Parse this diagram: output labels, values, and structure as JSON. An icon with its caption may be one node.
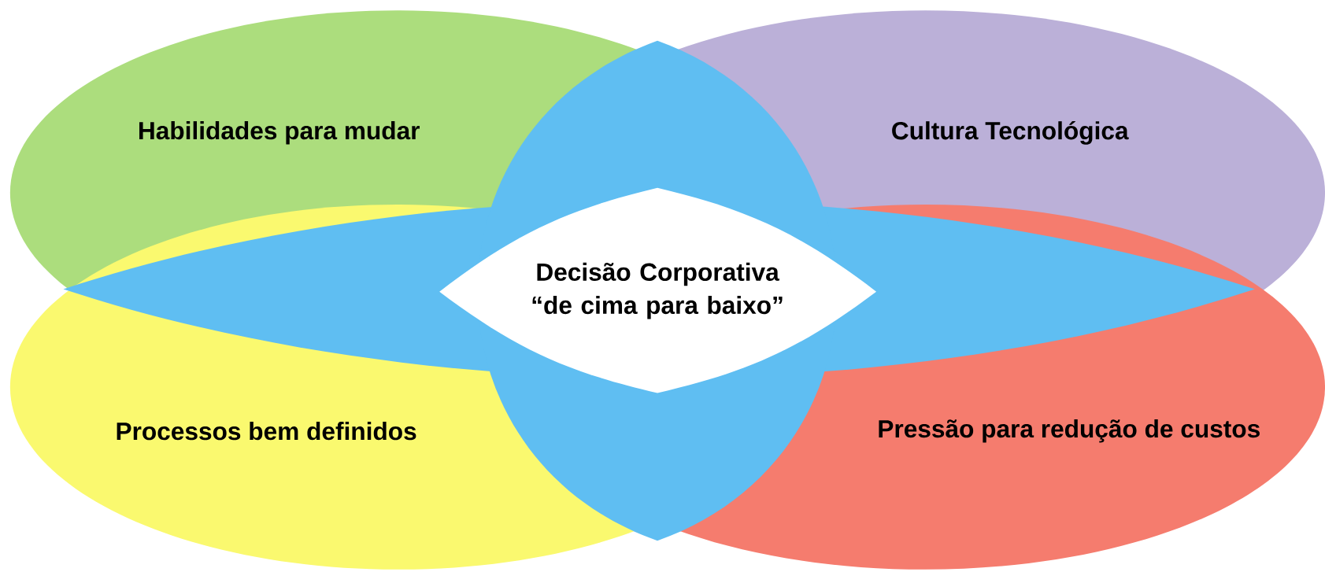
{
  "diagram": {
    "nodes": [
      {
        "text": [
          "Habilidades para mudar"
        ]
      },
      {
        "text": [
          "Cultura Tecnológica"
        ]
      },
      {
        "text": [
          "Processos bem definidos"
        ]
      },
      {
        "text": [
          "Pressão para redução de custos"
        ]
      },
      {
        "text": [
          "Decisão Corporativa “de cima para baixo”"
        ]
      }
    ]
  }
}
